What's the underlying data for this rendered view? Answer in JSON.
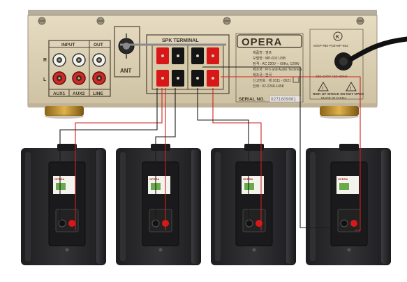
{
  "amplifier": {
    "input_label": "INPUT",
    "out_label": "OUT",
    "channel_r": "R",
    "channel_l": "L",
    "aux1": "AUX1",
    "aux2": "AUX2",
    "line": "LINE",
    "ant_label": "ANT",
    "spk_terminal": "SPK TERMINAL",
    "brand": "OPERA",
    "spec_lines": [
      "제품명 : 앰프",
      "모델명 : MP-602 USB",
      "정격 : AC 220V ~ 60Hz, 120W",
      "제조자 : Pro and Audio Technica",
      "제조국 : 한국",
      "신고번호 : 제 2011 - 0021",
      "전화 : 02-2268-1458"
    ],
    "serial_label": "SERIAL NO.",
    "serial_value": "0271609001",
    "kc_code": "MSIP-REI-Ppd-MP-602",
    "power_spec": "280~240V / 50~60Hz",
    "warning": "RISK OF SHOCK DO NOT OPEN",
    "made_in": "MADE IN CHINA"
  },
  "colors": {
    "panel": "#ddd1b4",
    "chassis": "#b9b3a6",
    "speaker": "#2a2a2c",
    "wire_red": "#d02020",
    "wire_black": "#1a1a1a",
    "terminal_red": "#d81818",
    "terminal_black": "#141414",
    "foot_gold": "#c8962e"
  },
  "speakers": [
    {
      "id": 1,
      "sticker_brand": "OPERA"
    },
    {
      "id": 2,
      "sticker_brand": "OPERA"
    },
    {
      "id": 3,
      "sticker_brand": "OPERA"
    },
    {
      "id": 4,
      "sticker_brand": "OPERA"
    }
  ]
}
